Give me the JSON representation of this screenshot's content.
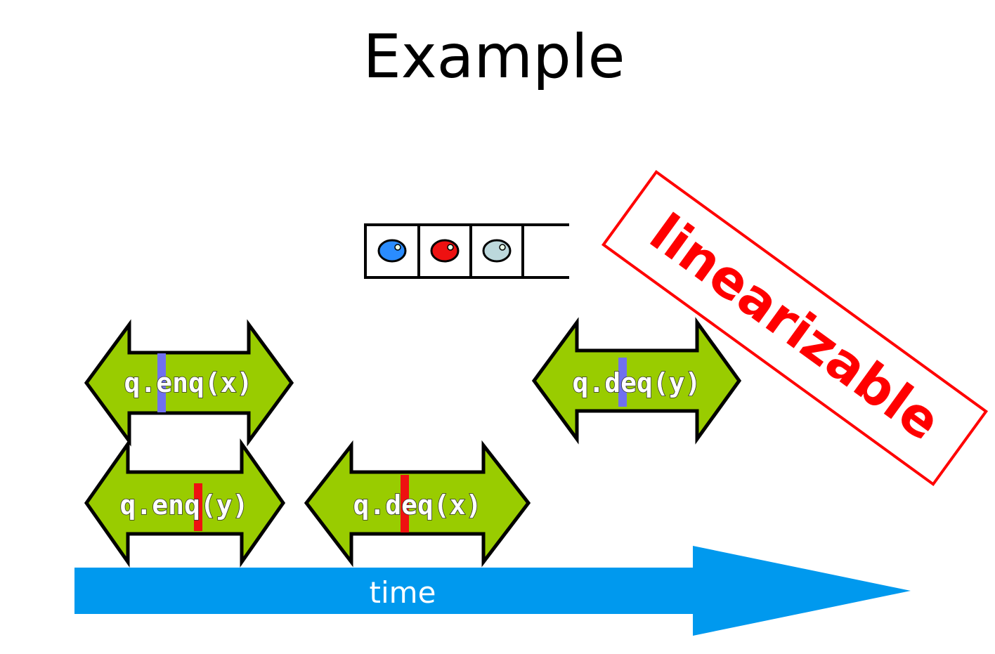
{
  "slide": {
    "title": "Example"
  },
  "queue": {
    "items": [
      {
        "color": "#2a8cff",
        "name": "blue-item"
      },
      {
        "color": "#ee1111",
        "name": "red-item"
      },
      {
        "color": "#bcd8dc",
        "name": "pale-item"
      }
    ],
    "empty_slots": 1
  },
  "operations": {
    "enq_x": {
      "label": "q.enq(x)",
      "marker_color": "#7070f0"
    },
    "enq_y": {
      "label": "q.enq(y)",
      "marker_color": "#ee1111"
    },
    "deq_x": {
      "label": "q.deq(x)",
      "marker_color": "#ee1111"
    },
    "deq_y": {
      "label": "q.deq(y)",
      "marker_color": "#7070f0"
    }
  },
  "timeline": {
    "label": "time",
    "color": "#0099ee"
  },
  "stamp": {
    "text": "linearizable",
    "color": "#ff0000"
  },
  "colors": {
    "arrow_fill": "#99cc00",
    "arrow_outline": "#000000"
  }
}
